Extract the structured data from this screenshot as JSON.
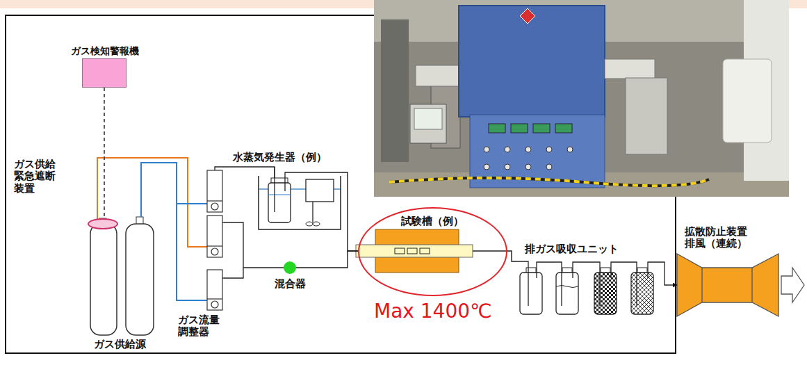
{
  "diagram": {
    "nodes": [
      {
        "text": [
          "ガス検知警報機"
        ]
      },
      {
        "text": [
          "ガス供給 緊急遮断 装置"
        ]
      },
      {
        "text": [
          "水蒸気発生器（例）"
        ]
      },
      {
        "text": [
          "混合器"
        ]
      },
      {
        "text": [
          "試験槽（例）"
        ]
      },
      {
        "text": [
          "排ガス吸収ユニット"
        ]
      },
      {
        "text": [
          "拡散防止装置 排風（連続）"
        ]
      }
    ],
    "edges": [
      {
        "from": 0,
        "to": 1,
        "arrow": "none"
      },
      {
        "from": 2,
        "to": 4,
        "arrow": "none"
      },
      {
        "from": 3,
        "to": 4,
        "arrow": "none"
      },
      {
        "from": 4,
        "to": 5,
        "arrow": "none"
      },
      {
        "from": 5,
        "to": 6,
        "arrow": "to"
      }
    ],
    "labels": [
      "ガス供給源",
      "ガス流量 調整器",
      "Max 1400℃"
    ]
  }
}
